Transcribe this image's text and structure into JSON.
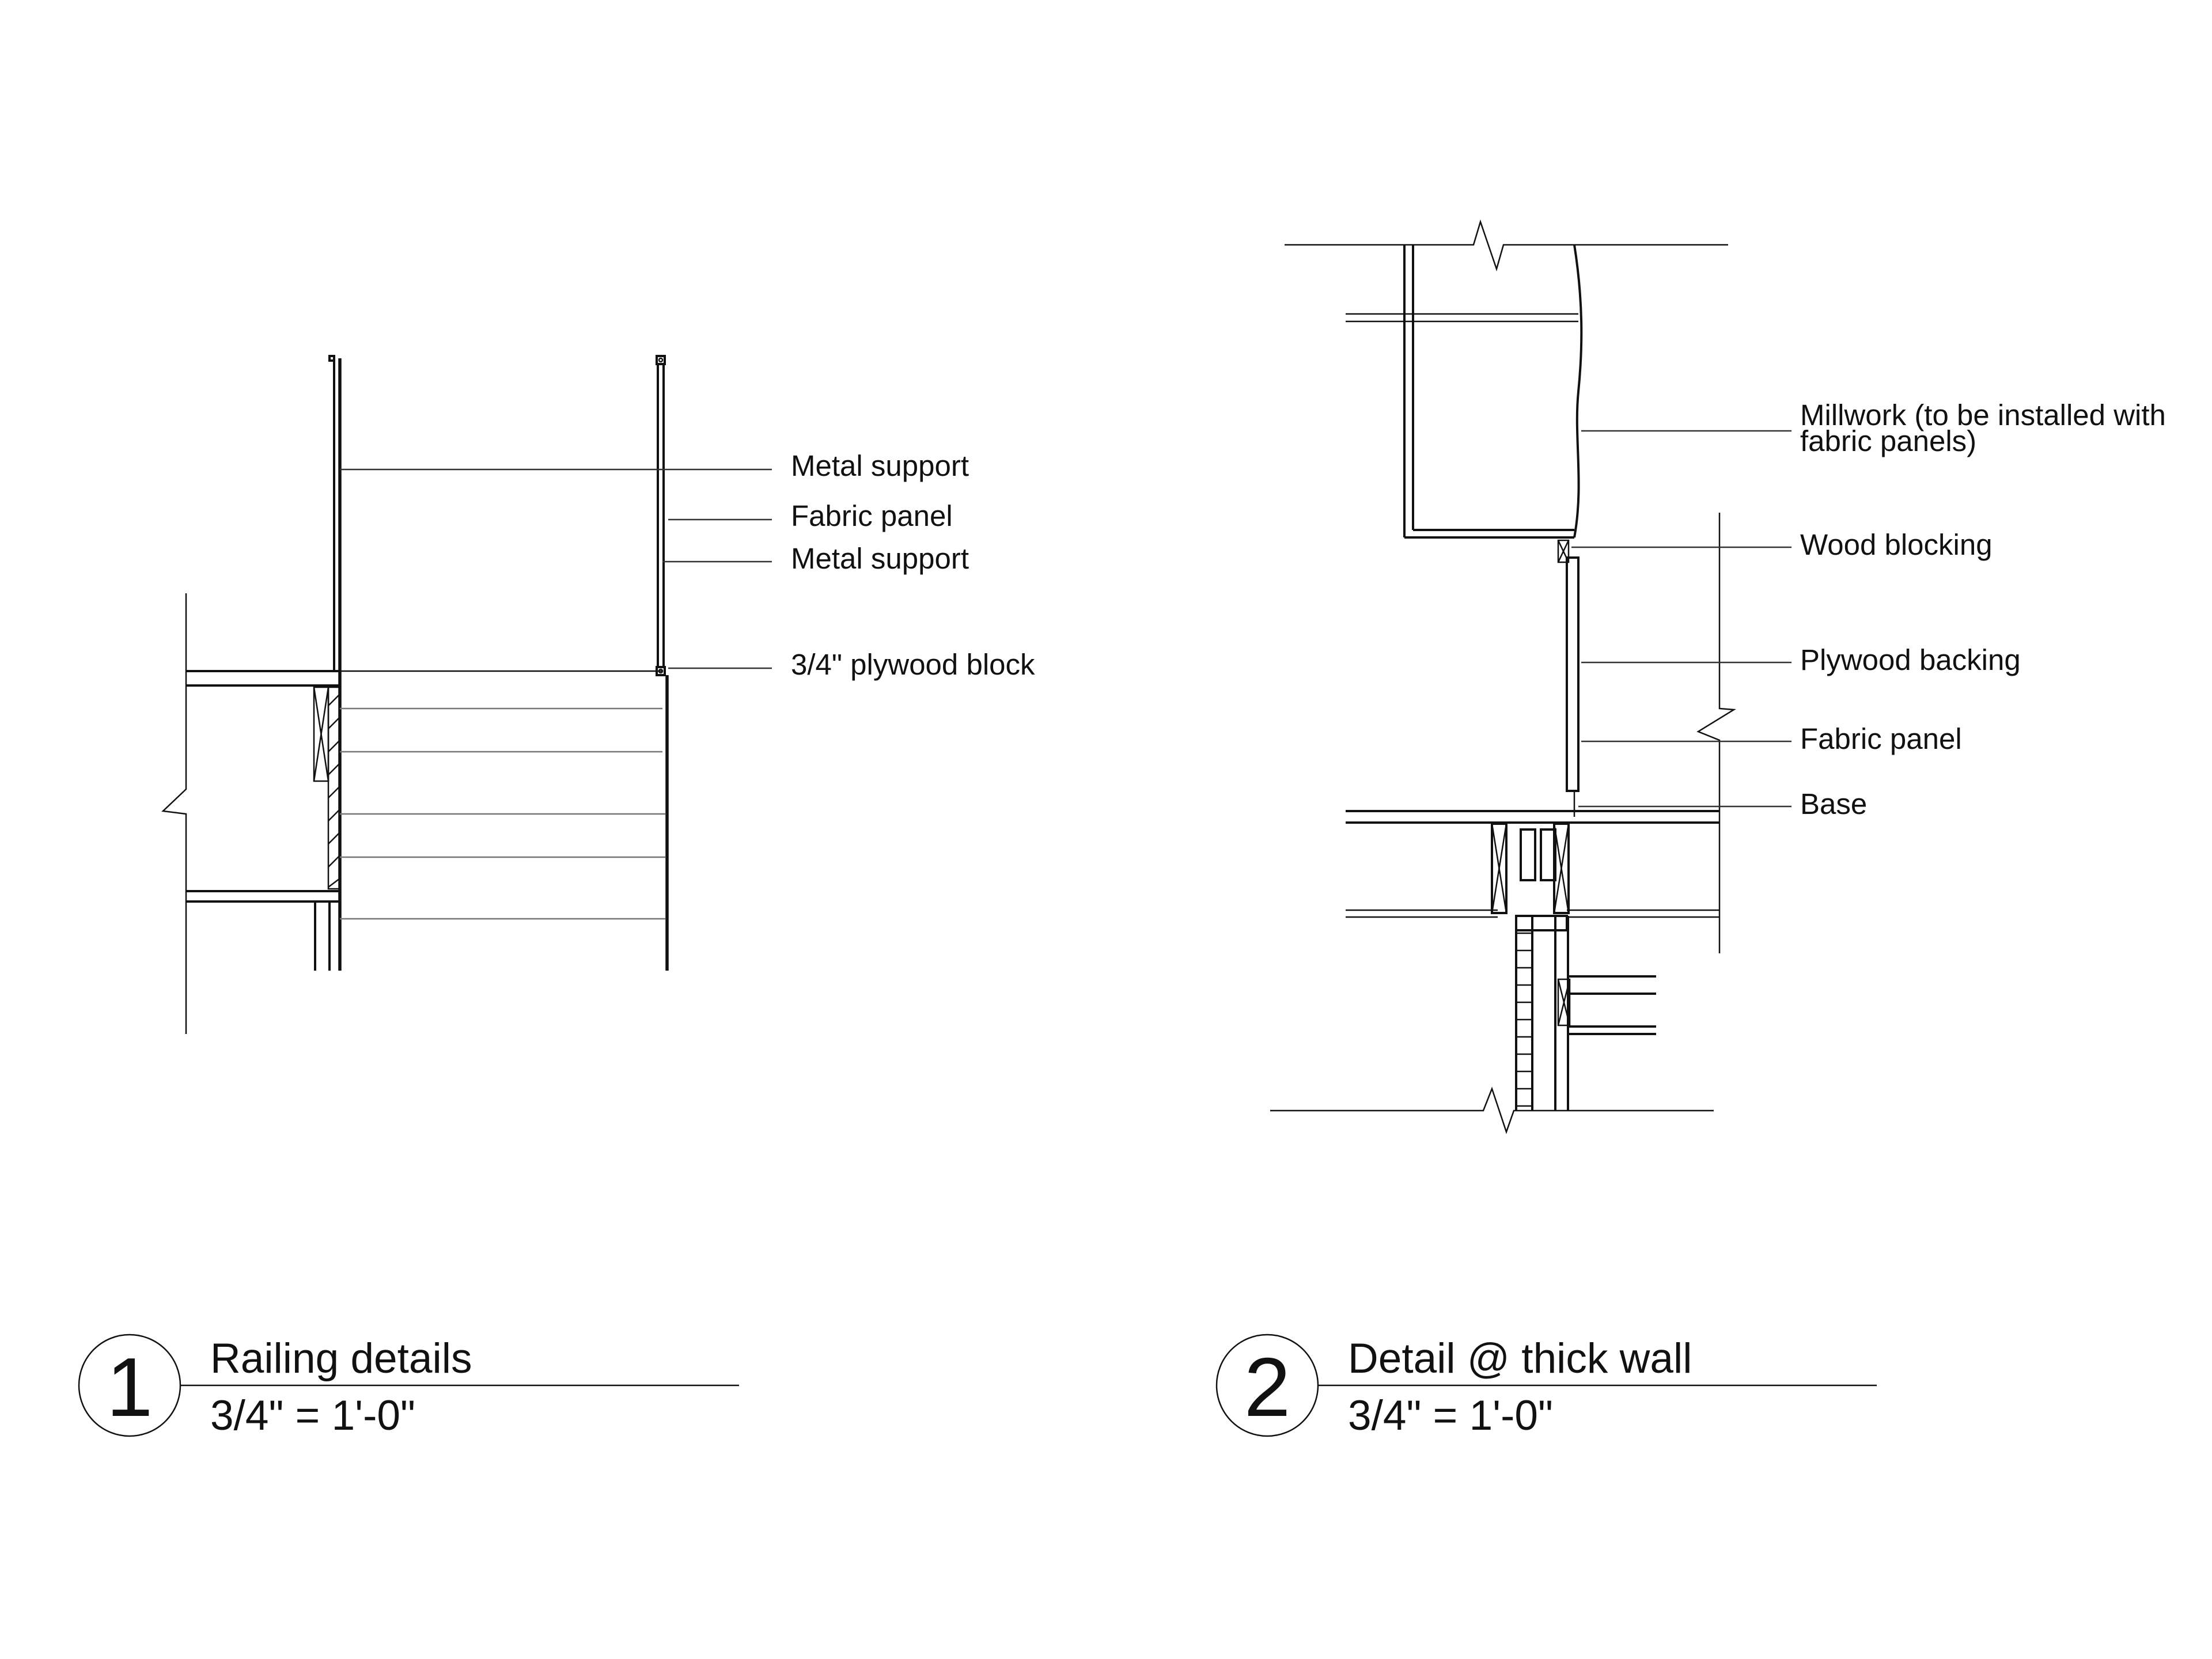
{
  "details": [
    {
      "number": "1",
      "title": "Railing details",
      "scale": "3/4\" = 1'-0\"",
      "callouts": [
        "Metal support",
        "Fabric panel",
        "Metal support",
        "3/4\" plywood block"
      ]
    },
    {
      "number": "2",
      "title": "Detail @ thick wall",
      "scale": "3/4\" = 1'-0\"",
      "callouts": [
        "Millwork (to be installed with",
        "fabric panels)",
        "Wood blocking",
        "Plywood backing",
        "Fabric panel",
        "Base"
      ]
    }
  ]
}
